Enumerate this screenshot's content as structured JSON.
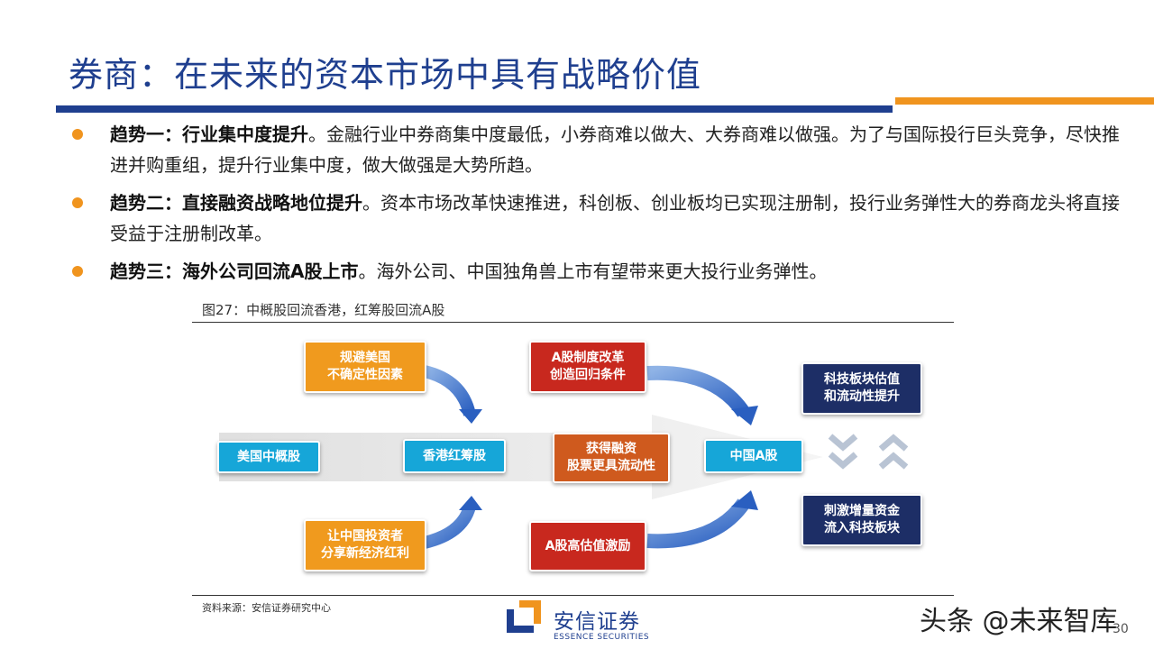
{
  "title": "券商：在未来的资本市场中具有战略价值",
  "bullets": [
    {
      "lead": "趋势一：行业集中度提升",
      "text": "。金融行业中券商集中度最低，小券商难以做大、大券商难以做强。为了与国际投行巨头竞争，尽快推进并购重组，提升行业集中度，做大做强是大势所趋。"
    },
    {
      "lead": "趋势二：直接融资战略地位提升",
      "text": "。资本市场改革快速推进，科创板、创业板均已实现注册制，投行业务弹性大的券商龙头将直接受益于注册制改革。"
    },
    {
      "lead": "趋势三：海外公司回流A股上市",
      "text": "。海外公司、中国独角兽上市有望带来更大投行业务弹性。"
    }
  ],
  "figure": {
    "caption": "图27：中概股回流香港，红筹股回流A股",
    "source": "资料来源：安信证券研究中心"
  },
  "diagram": {
    "us_stocks": "美国中概股",
    "hk_redchip": "香港红筹股",
    "liquidity": [
      "获得融资",
      "股票更具流动性"
    ],
    "china_a": "中国A股",
    "avoid_us": [
      "规避美国",
      "不确定性因素"
    ],
    "share_investors": [
      "让中国投资者",
      "分享新经济红利"
    ],
    "a_system": [
      "A股制度改革",
      "创造回归条件"
    ],
    "a_valuation": "A股高估值激励",
    "star_up": [
      "科技板块估值",
      "和流动性提升"
    ],
    "star_down": [
      "刺激增量资金",
      "流入科技板块"
    ]
  },
  "logo": {
    "cn": "安信证券",
    "en": "ESSENCE SECURITIES"
  },
  "watermark": "头条 @未来智库",
  "page_number": "30",
  "colors": {
    "title_blue": "#1f3f8f",
    "accent_orange": "#f0941e",
    "box_red": "#c8281e",
    "box_cyan": "#16a6d8",
    "box_navy": "#1d2e66"
  }
}
